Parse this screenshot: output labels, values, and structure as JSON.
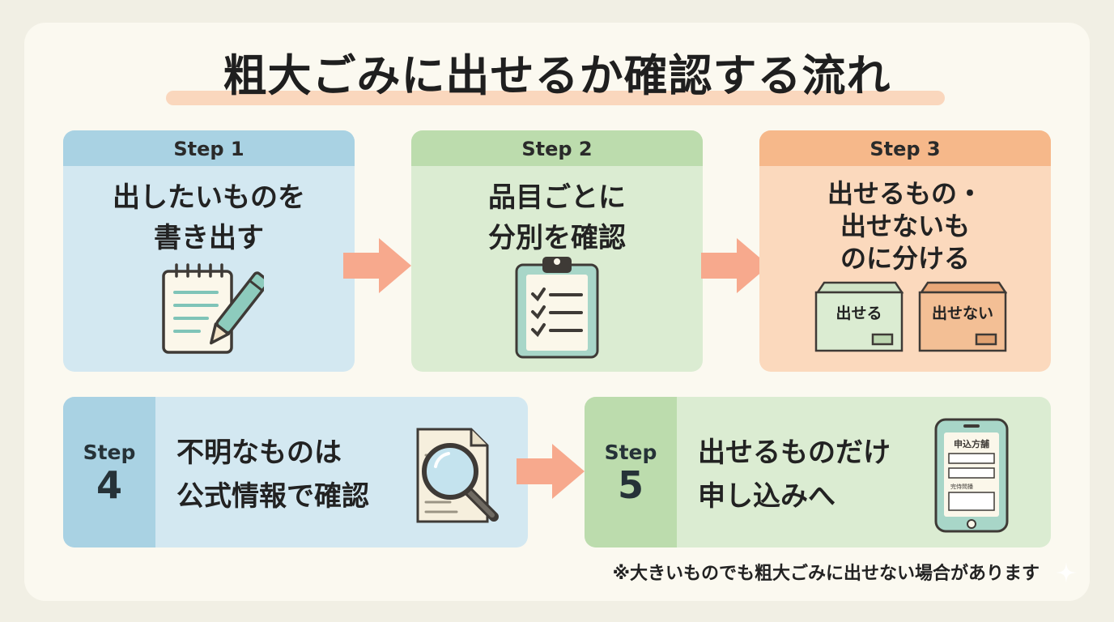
{
  "title": "粗大ごみに出せるか確認する流れ",
  "steps": [
    {
      "label": "Step 1",
      "text": "出したいものを\n書き出す",
      "icon": "notepad-pen-icon"
    },
    {
      "label": "Step 2",
      "text": "品目ごとに\n分別を確認",
      "icon": "clipboard-checklist-icon"
    },
    {
      "label": "Step 3",
      "text": "出せるもの・\n出せないも\nのに分ける",
      "icon": "sorting-boxes-icon",
      "boxes": [
        "出せる",
        "出せない"
      ]
    },
    {
      "step_word": "Step",
      "number": "4",
      "text": "不明なものは\n公式情報で確認",
      "icon": "document-magnifier-icon"
    },
    {
      "step_word": "Step",
      "number": "5",
      "text": "出せるものだけ\n申し込みへ",
      "icon": "smartphone-form-icon",
      "phone_form_title": "申込方舗",
      "phone_form_field": "完侍問播"
    }
  ],
  "note": "※大きいものでも粗大ごみに出せない場合があります",
  "colors": {
    "blue_head": "#a9d2e3",
    "blue_body": "#d3e8f1",
    "green_head": "#bcdcad",
    "green_body": "#dbecd2",
    "orange_head": "#f6b88a",
    "orange_body": "#fbd9bd",
    "arrow": "#f7a98d",
    "highlight": "#fad7bd"
  }
}
